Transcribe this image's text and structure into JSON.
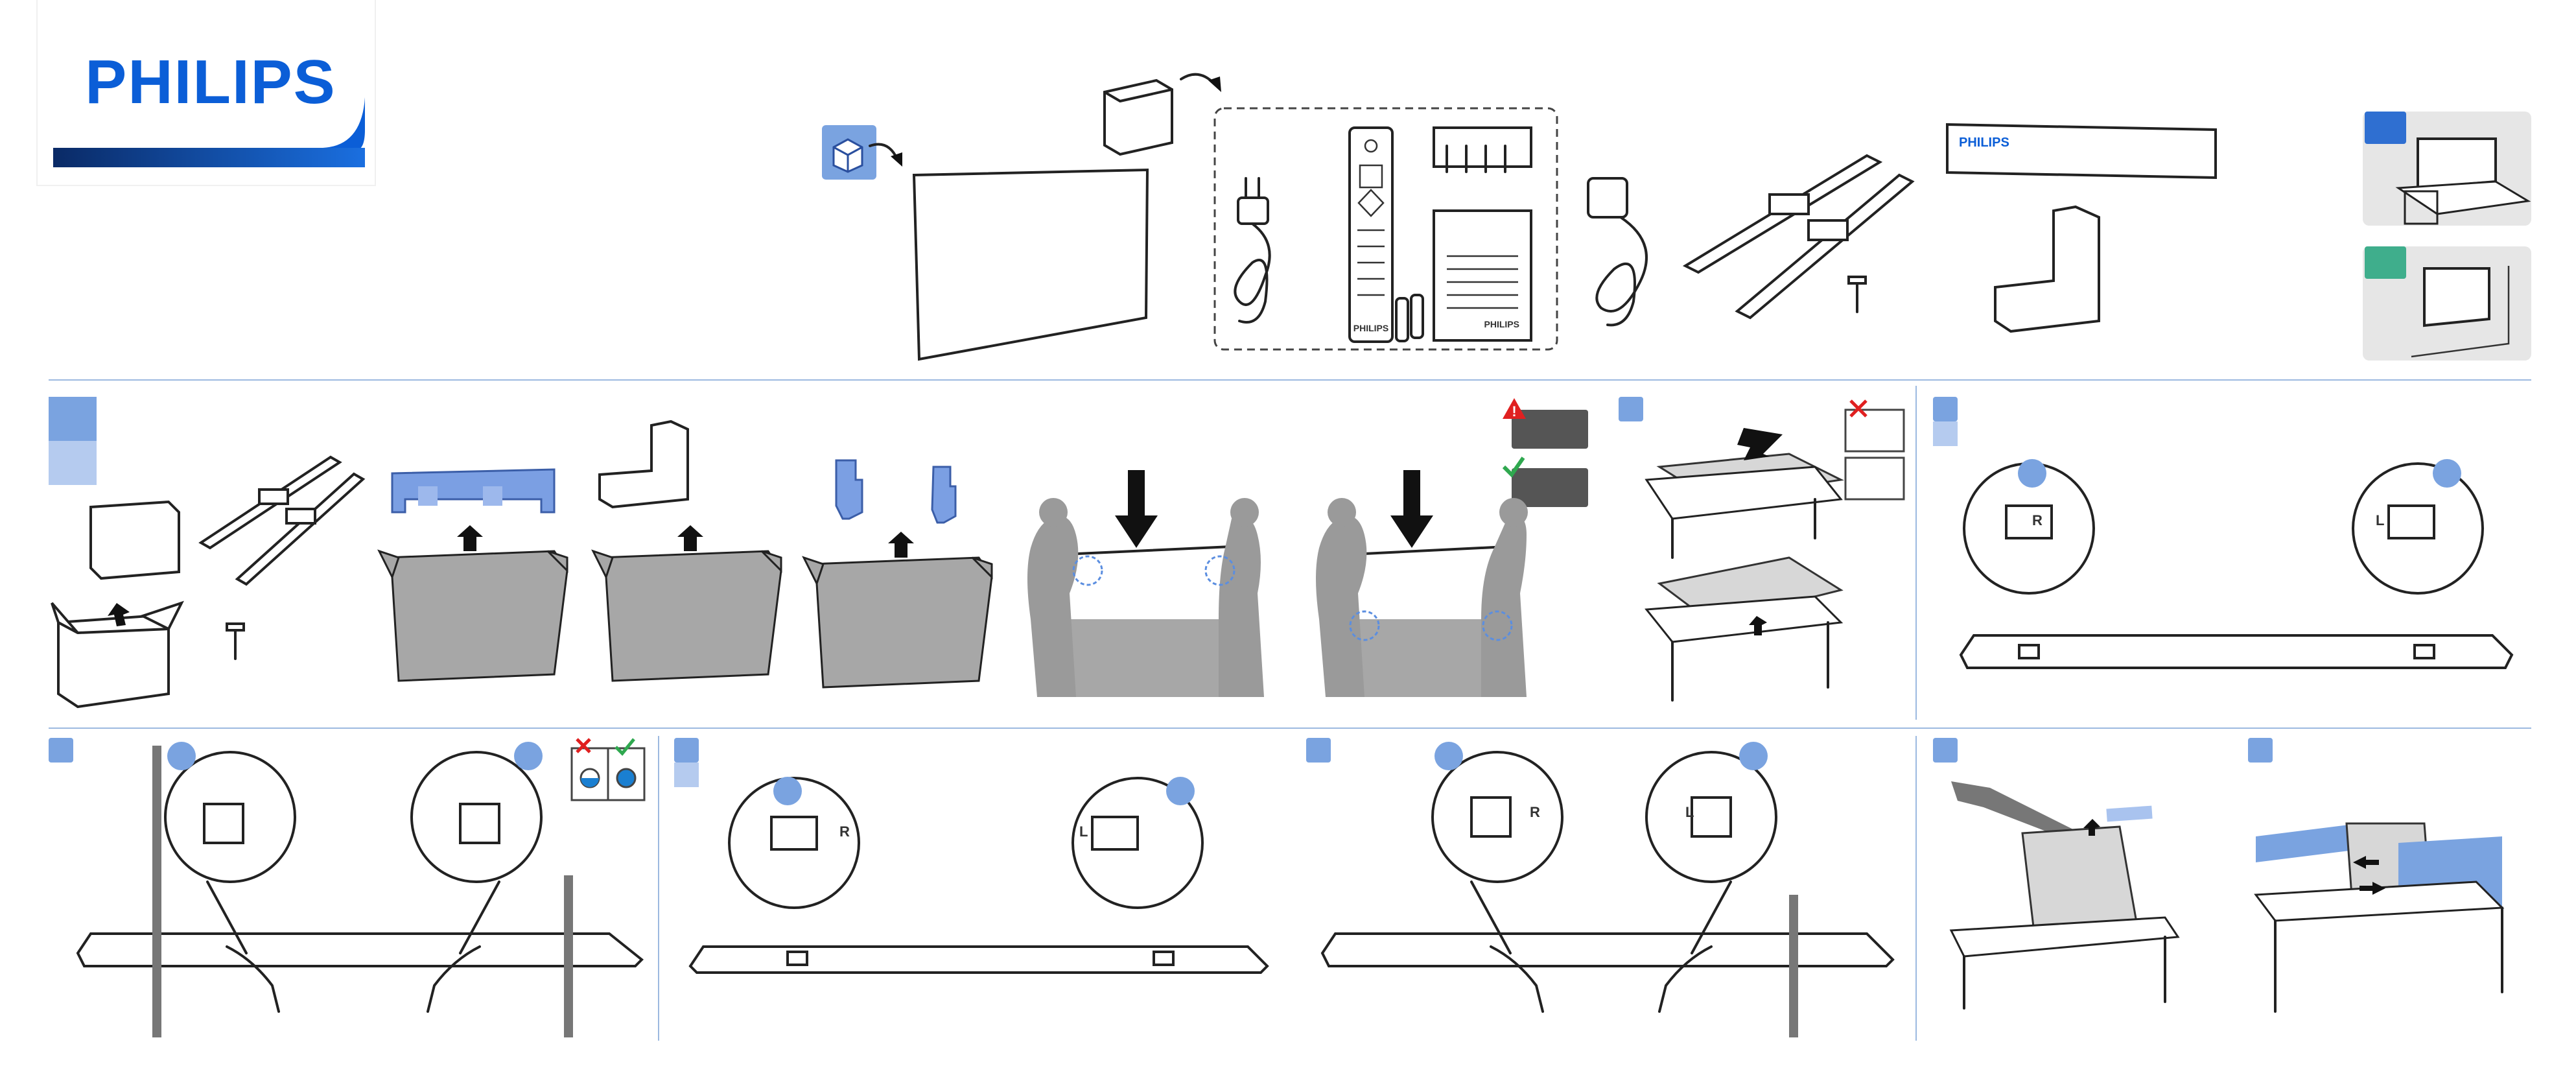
{
  "brand": {
    "logo_text": "PHILIPS",
    "color": "#0b5ed7"
  },
  "package_labels": {
    "remote_brand": "PHILIPS",
    "manual_brand": "PHILIPS",
    "soundbar_brand": "PHILIPS"
  },
  "detail_labels": {
    "right": "R",
    "left": "L"
  },
  "colors": {
    "accent_blue": "#7aa3e0",
    "accent_light_blue": "#b5cbef",
    "foam_blue": "#7b9fe3",
    "mount_badge_stand": "#2f6fd1",
    "mount_badge_wall": "#3fae8c",
    "divider": "#9cb9e0",
    "warning_red": "#e02020",
    "check_green": "#2fa84f"
  },
  "icons": {
    "warning": "warning-triangle-icon",
    "cross": "red-cross-icon",
    "check": "green-check-icon",
    "up_arrow": "up-arrow-icon",
    "screwdriver": "screwdriver-icon"
  }
}
